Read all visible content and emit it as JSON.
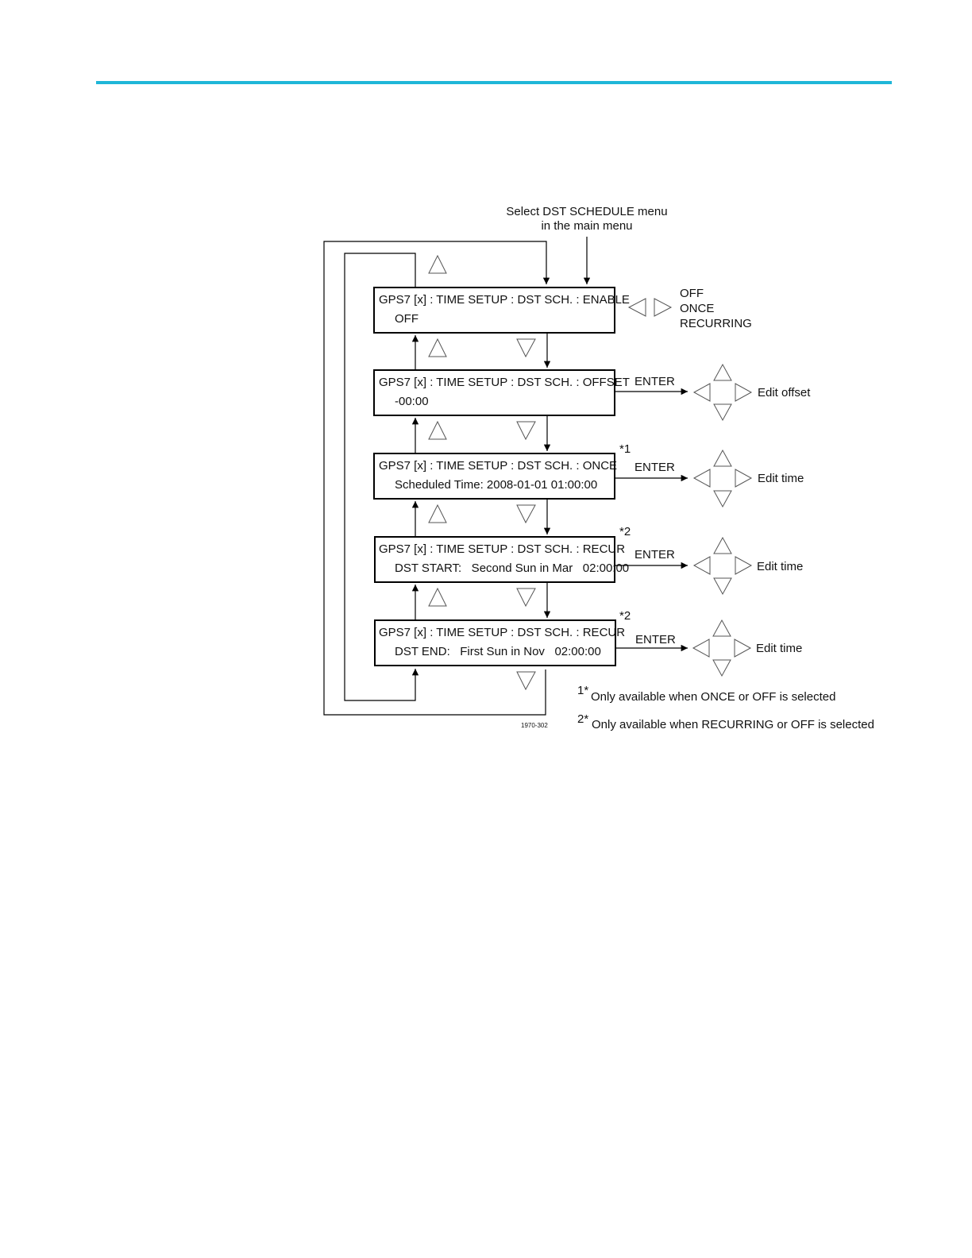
{
  "header": {
    "rule_color": "#1fb6d8"
  },
  "diagram": {
    "entry_note": {
      "line1": "Select DST SCHEDULE menu",
      "line2": "in the main menu"
    },
    "screens": [
      {
        "title": "GPS7 [x] : TIME SETUP : DST SCH. : ENABLE",
        "value": "OFF"
      },
      {
        "title": "GPS7 [x] : TIME SETUP : DST SCH. : OFFSET",
        "value": "-00:00"
      },
      {
        "title": "GPS7 [x] : TIME SETUP : DST SCH. : ONCE",
        "value": "Scheduled Time: 2008-01-01 01:00:00"
      },
      {
        "title": "GPS7 [x] : TIME SETUP : DST SCH. : RECUR",
        "value": "DST START:   Second Sun in Mar   02:00:00"
      },
      {
        "title": "GPS7 [x] : TIME SETUP : DST SCH. : RECUR",
        "value": "DST END:   First Sun in Nov   02:00:00"
      }
    ],
    "enable_options": [
      "OFF",
      "ONCE",
      "RECURRING"
    ],
    "enter_label": "ENTER",
    "edit_labels": [
      "Edit offset",
      "Edit time",
      "Edit time",
      "Edit time"
    ],
    "markers": [
      "*1",
      "*2",
      "*2"
    ],
    "footnotes": [
      {
        "mark": "1*",
        "text": "Only available when ONCE or OFF is selected"
      },
      {
        "mark": "2*",
        "text": "Only available when RECURRING or OFF is selected"
      }
    ],
    "figure_id": "1970-302"
  }
}
